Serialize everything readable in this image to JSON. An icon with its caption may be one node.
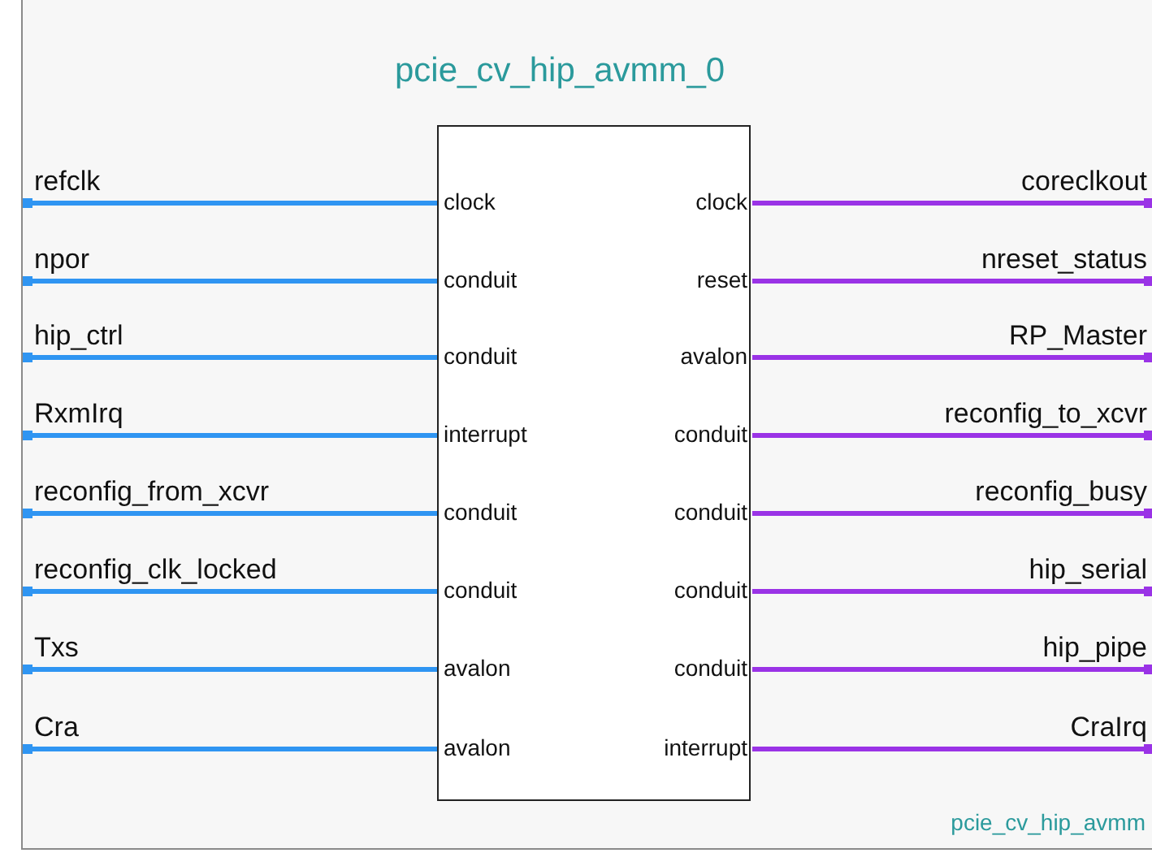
{
  "diagram": {
    "nodes": [
      {
        "text": [
          "pcie_cv_hip_avmm_0",
          "pcie_cv_hip_avmm"
        ]
      },
      {
        "text": [],
        "shape": "box",
        "in": 0
      },
      {
        "text": [
          "clock"
        ],
        "in": 1
      },
      {
        "text": [
          "conduit"
        ],
        "in": 1
      },
      {
        "text": [
          "conduit"
        ],
        "in": 1
      },
      {
        "text": [
          "interrupt"
        ],
        "in": 1
      },
      {
        "text": [
          "conduit"
        ],
        "in": 1
      },
      {
        "text": [
          "conduit"
        ],
        "in": 1
      },
      {
        "text": [
          "avalon"
        ],
        "in": 1
      },
      {
        "text": [
          "avalon"
        ],
        "in": 1
      },
      {
        "text": [
          "clock"
        ],
        "in": 1
      },
      {
        "text": [
          "reset"
        ],
        "in": 1
      },
      {
        "text": [
          "avalon"
        ],
        "in": 1
      },
      {
        "text": [
          "conduit"
        ],
        "in": 1
      },
      {
        "text": [
          "conduit"
        ],
        "in": 1
      },
      {
        "text": [
          "conduit"
        ],
        "in": 1
      },
      {
        "text": [
          "conduit"
        ],
        "in": 1
      },
      {
        "text": [
          "interrupt"
        ],
        "in": 1
      }
    ],
    "edges": [
      {
        "from": null,
        "to": 2,
        "arrow": "other",
        "label": "refclk"
      },
      {
        "from": null,
        "to": 3,
        "arrow": "other",
        "label": "npor"
      },
      {
        "from": null,
        "to": 4,
        "arrow": "other",
        "label": "hip_ctrl"
      },
      {
        "from": null,
        "to": 5,
        "arrow": "other",
        "label": "RxmIrq"
      },
      {
        "from": null,
        "to": 6,
        "arrow": "other",
        "label": "reconfig_from_xcvr"
      },
      {
        "from": null,
        "to": 7,
        "arrow": "other",
        "label": "reconfig_clk_locked"
      },
      {
        "from": null,
        "to": 8,
        "arrow": "other",
        "label": "Txs"
      },
      {
        "from": null,
        "to": 9,
        "arrow": "other",
        "label": "Cra"
      },
      {
        "from": 10,
        "to": null,
        "arrow": "other",
        "label": "coreclkout",
        "color": "#9a33e6"
      },
      {
        "from": 11,
        "to": null,
        "arrow": "other",
        "label": "nreset_status",
        "color": "#9a33e6"
      },
      {
        "from": 12,
        "to": null,
        "arrow": "other",
        "label": "RP_Master",
        "color": "#9a33e6"
      },
      {
        "from": 13,
        "to": null,
        "arrow": "other",
        "label": "reconfig_to_xcvr",
        "color": "#9a33e6"
      },
      {
        "from": 14,
        "to": null,
        "arrow": "other",
        "label": "reconfig_busy",
        "color": "#9a33e6"
      },
      {
        "from": 15,
        "to": null,
        "arrow": "other",
        "label": "hip_serial",
        "color": "#9a33e6"
      },
      {
        "from": 16,
        "to": null,
        "arrow": "other",
        "label": "hip_pipe",
        "color": "#9a33e6"
      },
      {
        "from": 17,
        "to": null,
        "arrow": "other",
        "label": "CraIrq",
        "color": "#9a33e6"
      }
    ]
  }
}
